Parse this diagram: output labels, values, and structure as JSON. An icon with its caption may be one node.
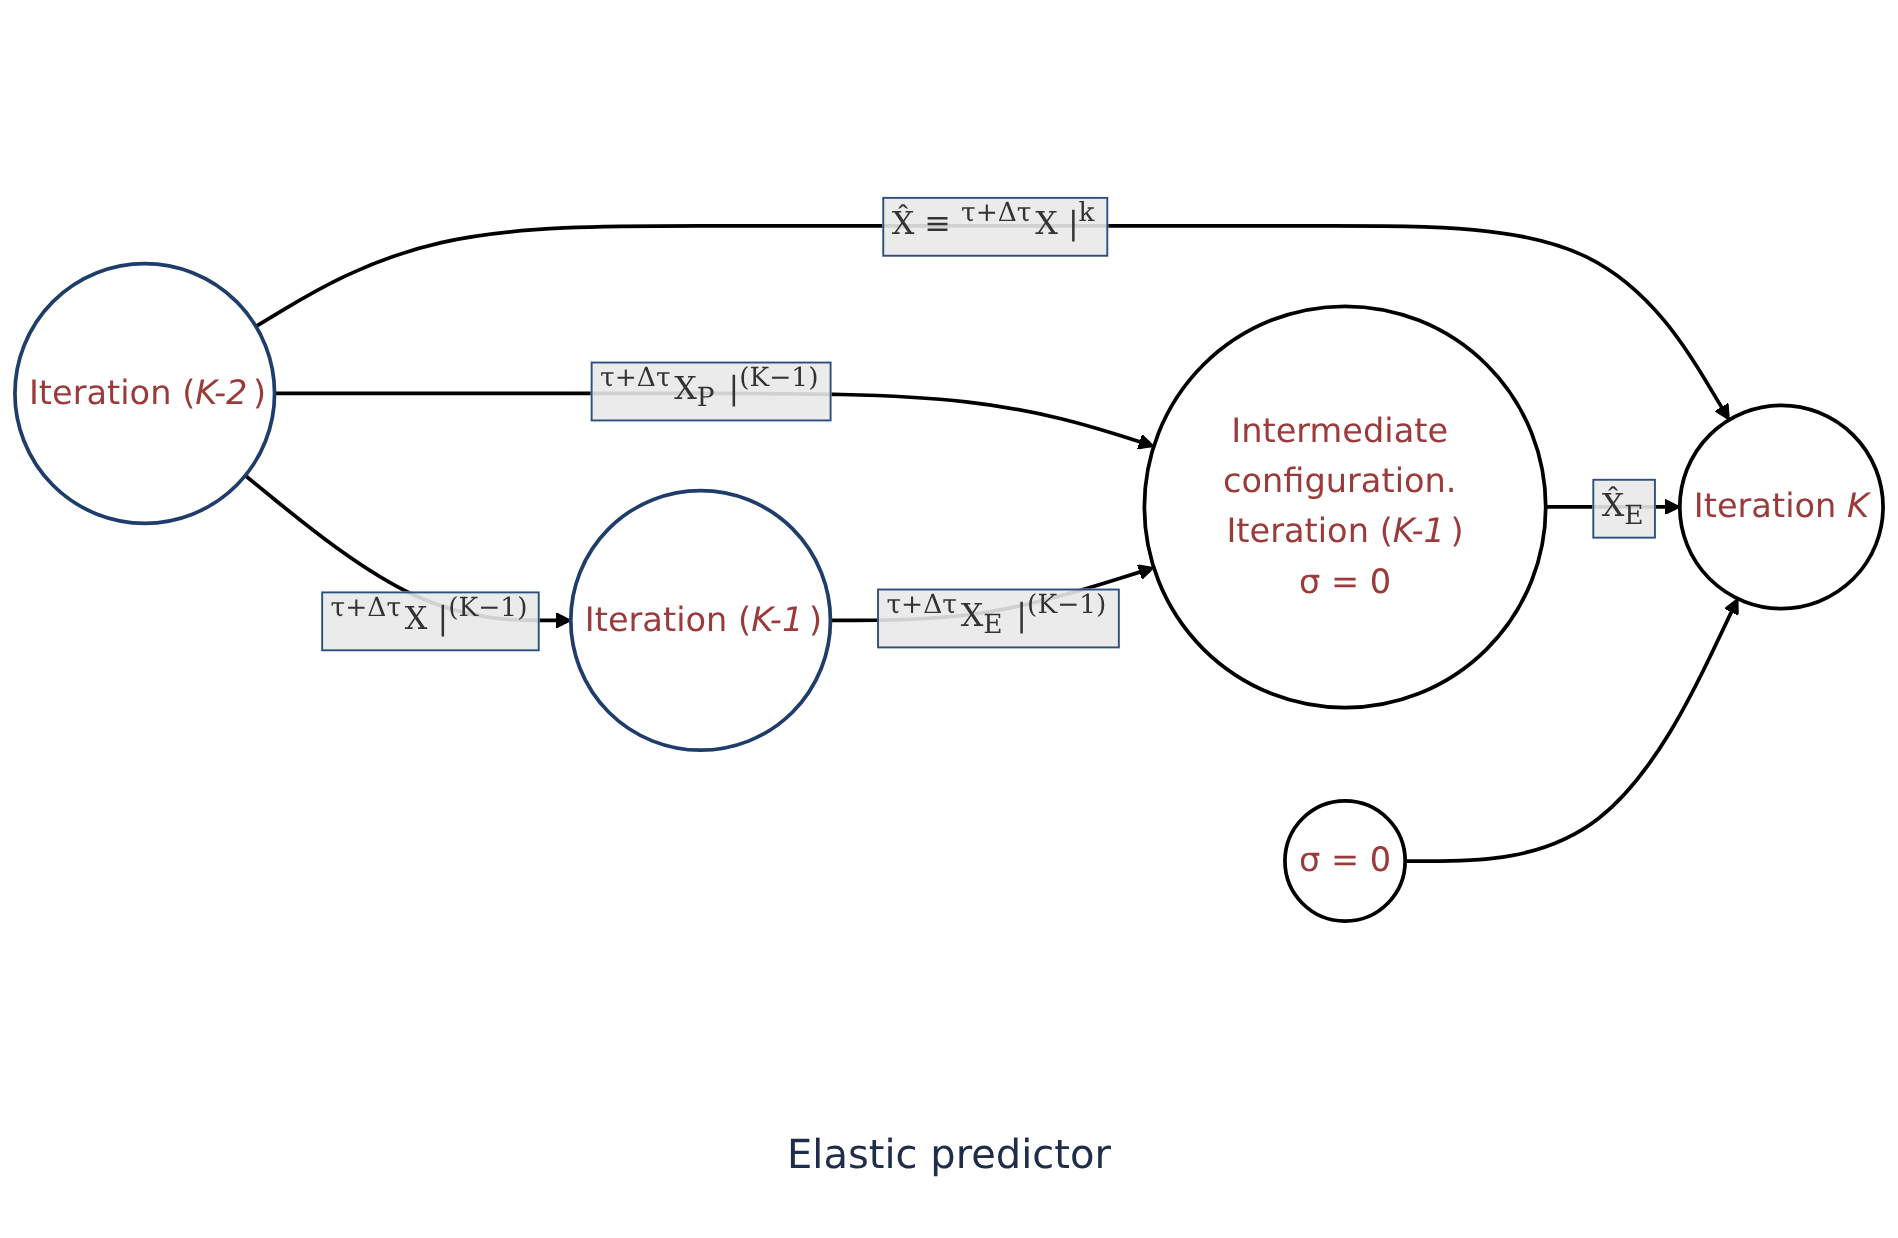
{
  "diagram": {
    "nodes": [
      {
        "text": [
          "Iteration (*K-2*)"
        ]
      },
      {
        "text": [
          "Iteration (*K-1*)"
        ]
      },
      {
        "text": [
          "Iteration *K*"
        ]
      },
      {
        "text": [
          "Intermediate configuration. Iteration (*K-1*)",
          "σ = 0"
        ]
      },
      {
        "text": [
          "σ = 0"
        ]
      }
    ],
    "edges": [
      {
        "from": 0,
        "to": 2,
        "arrow": "to",
        "label": "X̂ ≡ $^{τ+Δτ}$X |$^{k}$"
      },
      {
        "from": 0,
        "to": 1,
        "arrow": "to",
        "label": "$^{τ+Δτ}$X |$^{(K−1)}$"
      },
      {
        "from": 0,
        "to": 3,
        "arrow": "to",
        "label": "$^{τ+Δτ}$X$_{P}$ |$^{(K−1)}$"
      },
      {
        "from": 1,
        "to": 3,
        "arrow": "to",
        "label": "$^{τ+Δτ}$X$_{E}$ |$^{(K−1)}$"
      },
      {
        "from": 3,
        "to": 2,
        "arrow": "to",
        "label": "X̂$_{E}$"
      },
      {
        "from": 4,
        "to": 2,
        "arrow": "to"
      }
    ],
    "labels": [
      "Elastic predictor"
    ]
  }
}
